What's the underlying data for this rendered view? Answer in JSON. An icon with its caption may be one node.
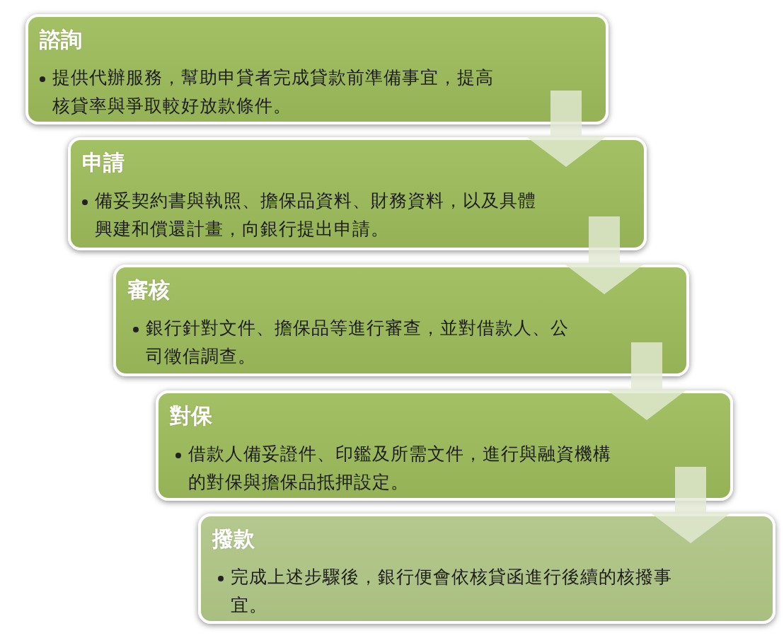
{
  "diagram": {
    "nodes": [
      {
        "text": [
          "諮詢",
          "提供代辦服務，幫助申貸者完成貸款前準備事宜，提高核貸率與爭取較好放款條件。"
        ]
      },
      {
        "text": [
          "申請",
          "備妥契約書與執照、擔保品資料、財務資料，以及具體興建和償還計畫，向銀行提出申請。"
        ]
      },
      {
        "text": [
          "審核",
          "銀行針對文件、擔保品等進行審查，並對借款人、公司徵信調查。"
        ]
      },
      {
        "text": [
          "對保",
          "借款人備妥證件、印鑑及所需文件，進行與融資機構的對保與擔保品抵押設定。"
        ]
      },
      {
        "text": [
          "撥款",
          "完成上述步驟後，銀行便會依核貸函進行後續的核撥事宜。"
        ]
      }
    ],
    "edges": [
      {
        "from": 0,
        "to": 1,
        "arrow": "to"
      },
      {
        "from": 1,
        "to": 2,
        "arrow": "to"
      },
      {
        "from": 2,
        "to": 3,
        "arrow": "to"
      },
      {
        "from": 3,
        "to": 4,
        "arrow": "to"
      }
    ]
  }
}
